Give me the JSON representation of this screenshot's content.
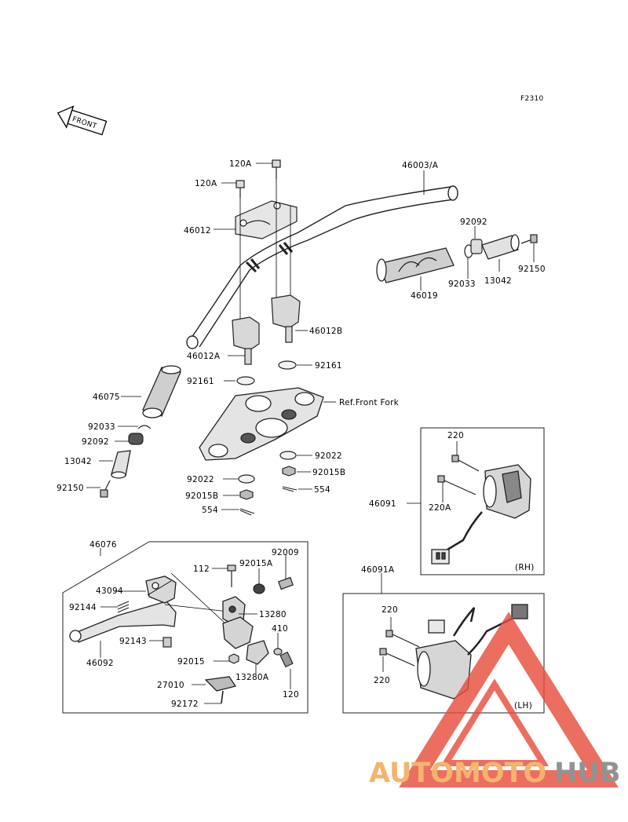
{
  "figure_code": "F2310",
  "front_label": "FRONT",
  "reference_label": "Ref.Front Fork",
  "part_labels": {
    "p120A_top": "120A",
    "p120A_left": "120A",
    "p46003A": "46003/A",
    "p46012": "46012",
    "p92092_r": "92092",
    "p92033_r": "92033",
    "p13042_r": "13042",
    "p92150_r": "92150",
    "p46019": "46019",
    "p46012B": "46012B",
    "p46012A": "46012A",
    "p92161_r": "92161",
    "p92161_l": "92161",
    "p46075": "46075",
    "p92033_l": "92033",
    "p92092_l": "92092",
    "p13042_l": "13042",
    "p92150_l": "92150",
    "p92022_r": "92022",
    "p92015B_r": "92015B",
    "p554_r": "554",
    "p92022_l": "92022",
    "p92015B_l": "92015B",
    "p554_l": "554",
    "p46076": "46076",
    "p112": "112",
    "p92015A": "92015A",
    "p92009": "92009",
    "p43094": "43094",
    "p92144": "92144",
    "p13280": "13280",
    "p410": "410",
    "p92143": "92143",
    "p46092": "46092",
    "p92015": "92015",
    "p13280A": "13280A",
    "p27010": "27010",
    "p120": "120",
    "p92172": "92172",
    "p220_rh": "220",
    "p46091": "46091",
    "p220A": "220A",
    "p46091A": "46091A",
    "p220_lh1": "220",
    "p220_lh2": "220"
  },
  "rh_tag": "(RH)",
  "lh_tag": "(LH)",
  "watermark": {
    "part1": "AUTOMOTO",
    "part2": "HUB",
    "color1": "#f2a24a",
    "color2": "#777777",
    "triangle_color": "#e84a3a"
  }
}
